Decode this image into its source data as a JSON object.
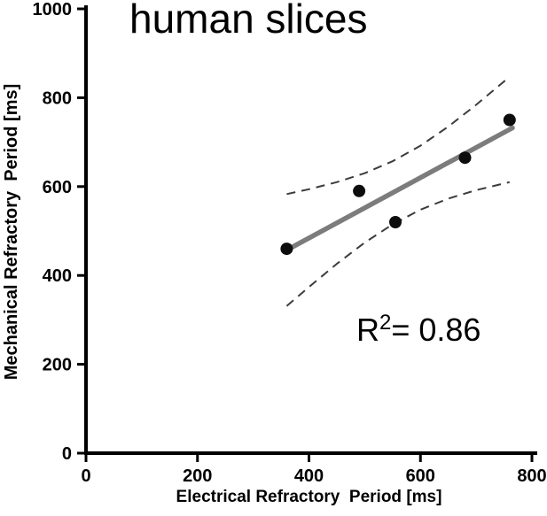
{
  "title": "human slices",
  "annotation": {
    "r": "R",
    "sup": "2",
    "value": "= 0.86"
  },
  "axes": {
    "x": {
      "label": "Electrical Refractory  Period [ms]",
      "min": 0,
      "max": 800,
      "ticks": [
        0,
        200,
        400,
        600,
        800
      ]
    },
    "y": {
      "label": "Mechanical Refractory  Period [ms]",
      "min": 0,
      "max": 1000,
      "ticks": [
        0,
        200,
        400,
        600,
        800,
        1000
      ]
    }
  },
  "colors": {
    "points": "#0d0d0d",
    "fit_line": "#7c7c7c",
    "band": "#3c3c3c",
    "axis": "#000000"
  },
  "chart_data": {
    "type": "scatter",
    "title": "human slices",
    "xlabel": "Electrical Refractory Period [ms]",
    "ylabel": "Mechanical Refractory Period [ms]",
    "xlim": [
      0,
      800
    ],
    "ylim": [
      0,
      1000
    ],
    "grid": false,
    "legend": "none",
    "points": [
      [
        360,
        460
      ],
      [
        490,
        590
      ],
      [
        555,
        520
      ],
      [
        680,
        665
      ],
      [
        760,
        750
      ]
    ],
    "fit_line": {
      "x": [
        360,
        765
      ],
      "y": [
        457,
        732
      ],
      "r_squared": 0.86
    },
    "confidence_band": {
      "x": [
        360,
        400,
        450,
        500,
        550,
        600,
        650,
        700,
        760
      ],
      "upper": [
        583,
        594,
        610,
        630,
        657,
        692,
        735,
        784,
        847
      ],
      "lower": [
        331,
        374,
        426,
        474,
        515,
        548,
        573,
        592,
        610
      ]
    }
  }
}
